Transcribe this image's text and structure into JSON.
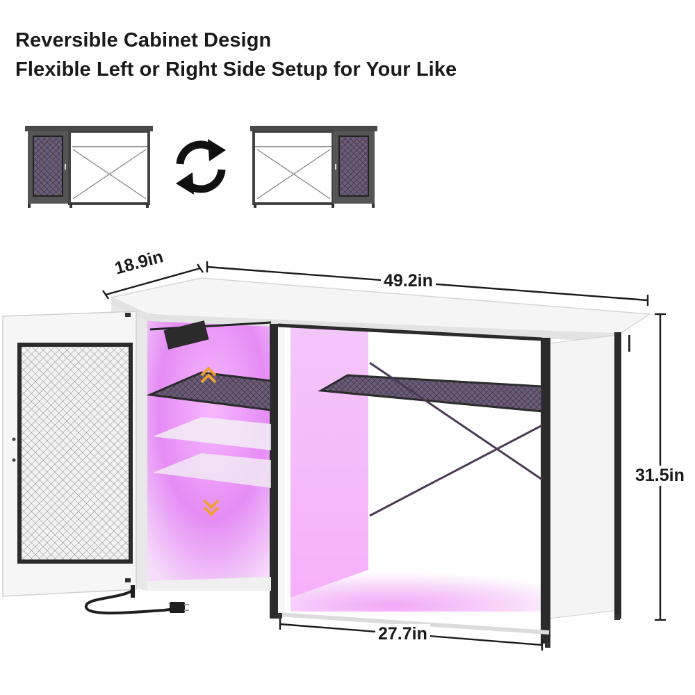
{
  "header": {
    "title": "Reversible Cabinet Design",
    "subtitle": "Flexible Left or Right Side Setup for Your Like"
  },
  "dimensions": {
    "depth": "18.9in",
    "width": "49.2in",
    "height": "31.5in",
    "open_width": "27.7in"
  },
  "icons": {
    "swap": "rotate-arrows-icon"
  },
  "colors": {
    "frame": "#2b2b2b",
    "board": "#f4f4f4",
    "led": "#e070f0",
    "mini_body": "#4a4a4a"
  }
}
